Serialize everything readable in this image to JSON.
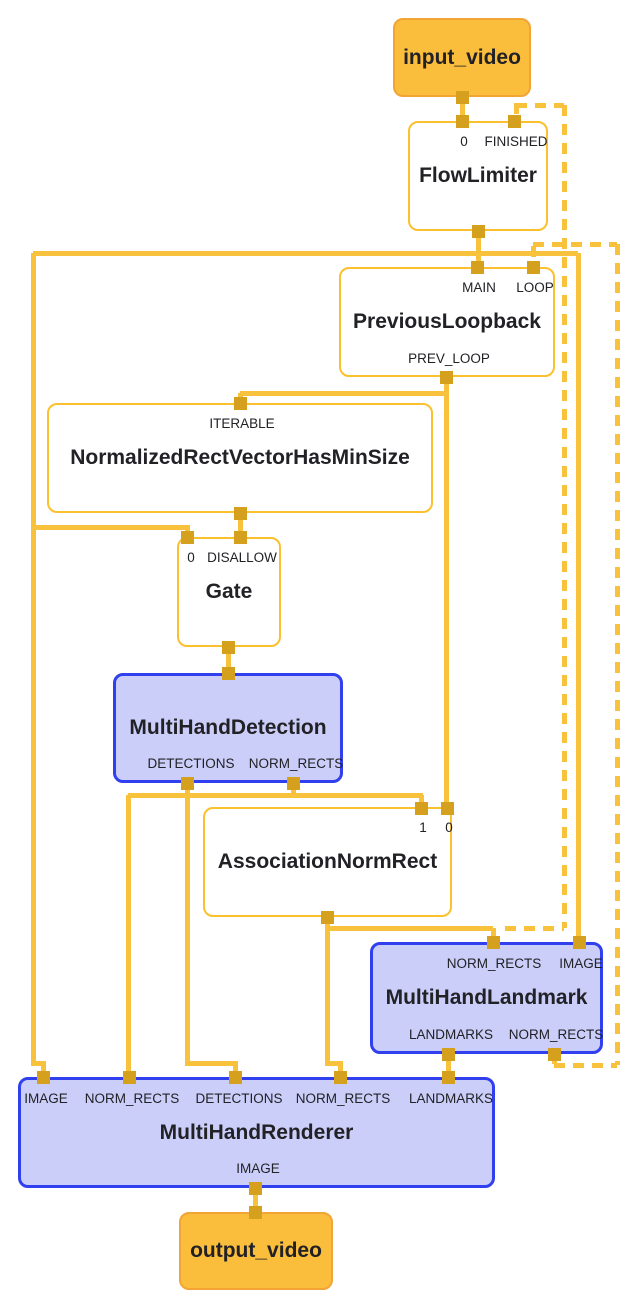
{
  "diagram": {
    "nodes": {
      "input_video": {
        "title": "input_video"
      },
      "flow_limiter": {
        "title": "FlowLimiter",
        "top_ports": [
          "0",
          "FINISHED"
        ]
      },
      "previous_loopback": {
        "title": "PreviousLoopback",
        "top_ports": [
          "MAIN",
          "LOOP"
        ],
        "bottom_ports": [
          "PREV_LOOP"
        ]
      },
      "normalized_rect_vector_has_min_size": {
        "title": "NormalizedRectVectorHasMinSize",
        "top_ports": [
          "ITERABLE"
        ]
      },
      "gate": {
        "title": "Gate",
        "top_ports": [
          "0",
          "DISALLOW"
        ]
      },
      "multi_hand_detection": {
        "title": "MultiHandDetection",
        "bottom_ports": [
          "DETECTIONS",
          "NORM_RECTS"
        ]
      },
      "association_norm_rect": {
        "title": "AssociationNormRect",
        "top_ports": [
          "1",
          "0"
        ]
      },
      "multi_hand_landmark": {
        "title": "MultiHandLandmark",
        "top_ports": [
          "NORM_RECTS",
          "IMAGE"
        ],
        "bottom_ports": [
          "LANDMARKS",
          "NORM_RECTS"
        ]
      },
      "multi_hand_renderer": {
        "title": "MultiHandRenderer",
        "top_ports": [
          "IMAGE",
          "NORM_RECTS",
          "DETECTIONS",
          "NORM_RECTS",
          "LANDMARKS"
        ],
        "bottom_ports": [
          "IMAGE"
        ]
      },
      "output_video": {
        "title": "output_video"
      }
    },
    "colors": {
      "edge": "#F9C23C",
      "border_y": "#FBC02D",
      "marker": "#D6A01F",
      "io_fill": "#FBBD3C",
      "io_border": "#F2A435",
      "sub_fill": "#CBCEF8",
      "sub_border": "#3140EE",
      "ink": "#212126"
    }
  }
}
